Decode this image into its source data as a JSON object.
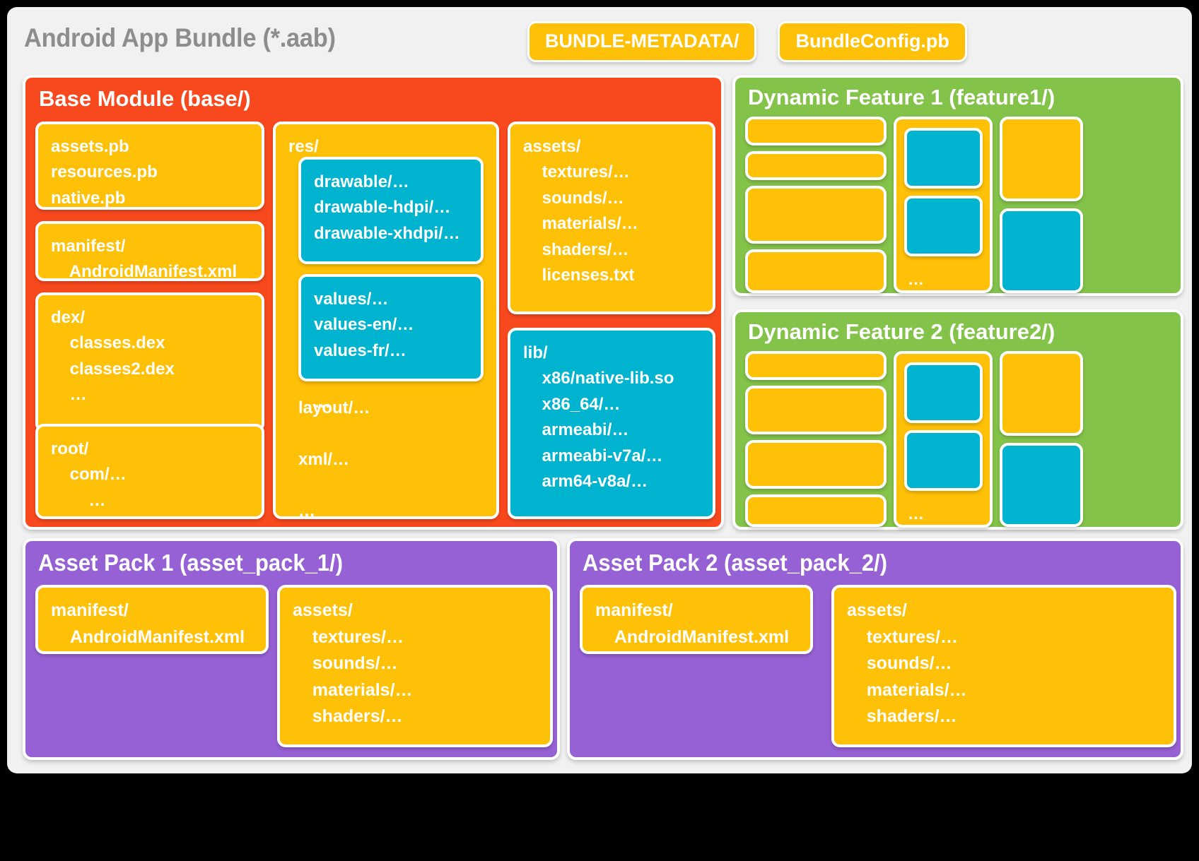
{
  "bundle": {
    "title": "Android App Bundle (*.aab)",
    "metadata_chips": [
      {
        "label": "BUNDLE-METADATA/"
      },
      {
        "label": "BundleConfig.pb"
      }
    ],
    "colors": {
      "panel_bg": "#F1F1F1",
      "base_module": "#F8491E",
      "dynamic_feature": "#84C34A",
      "asset_pack": "#9661D4",
      "yellow_node": "#FFC107",
      "cyan_node": "#00B4D0",
      "title_text": "#8D8D8D",
      "node_text": "#FFFFFF",
      "canvas": "#000000"
    }
  },
  "base_module": {
    "title": "Base Module (base/)",
    "nodes": {
      "protos": "assets.pb\nresources.pb\nnative.pb",
      "manifest": "manifest/\n    AndroidManifest.xml",
      "dex": "dex/\n    classes.dex\n    classes2.dex\n    …",
      "root": "root/\n    com/…\n        …",
      "res_label": "res/",
      "res_drawable": "drawable/…\ndrawable-hdpi/…\ndrawable-xhdpi/…\n\n…",
      "res_values": "values/…\nvalues-en/…\nvalues-fr/…\n\n…",
      "res_tail": "layout/…\n\nxml/…\n\n…",
      "assets": "assets/\n    textures/…\n    sounds/…\n    materials/…\n    shaders/…\n    licenses.txt",
      "lib": "lib/\n    x86/native-lib.so\n    x86_64/…\n    armeabi/…\n    armeabi-v7a/…\n    arm64-v8a/…"
    }
  },
  "dynamic_features": [
    {
      "title": "Dynamic Feature 1 (feature1/)",
      "group_ellipsis": "…"
    },
    {
      "title": "Dynamic Feature 2 (feature2/)",
      "group_ellipsis": "…"
    }
  ],
  "asset_packs": [
    {
      "title": "Asset Pack 1 (asset_pack_1/)",
      "manifest": "manifest/\n    AndroidManifest.xml",
      "assets": "assets/\n    textures/…\n    sounds/…\n    materials/…\n    shaders/…"
    },
    {
      "title": "Asset Pack 2 (asset_pack_2/)",
      "manifest": "manifest/\n    AndroidManifest.xml",
      "assets": "assets/\n    textures/…\n    sounds/…\n    materials/…\n    shaders/…"
    }
  ]
}
